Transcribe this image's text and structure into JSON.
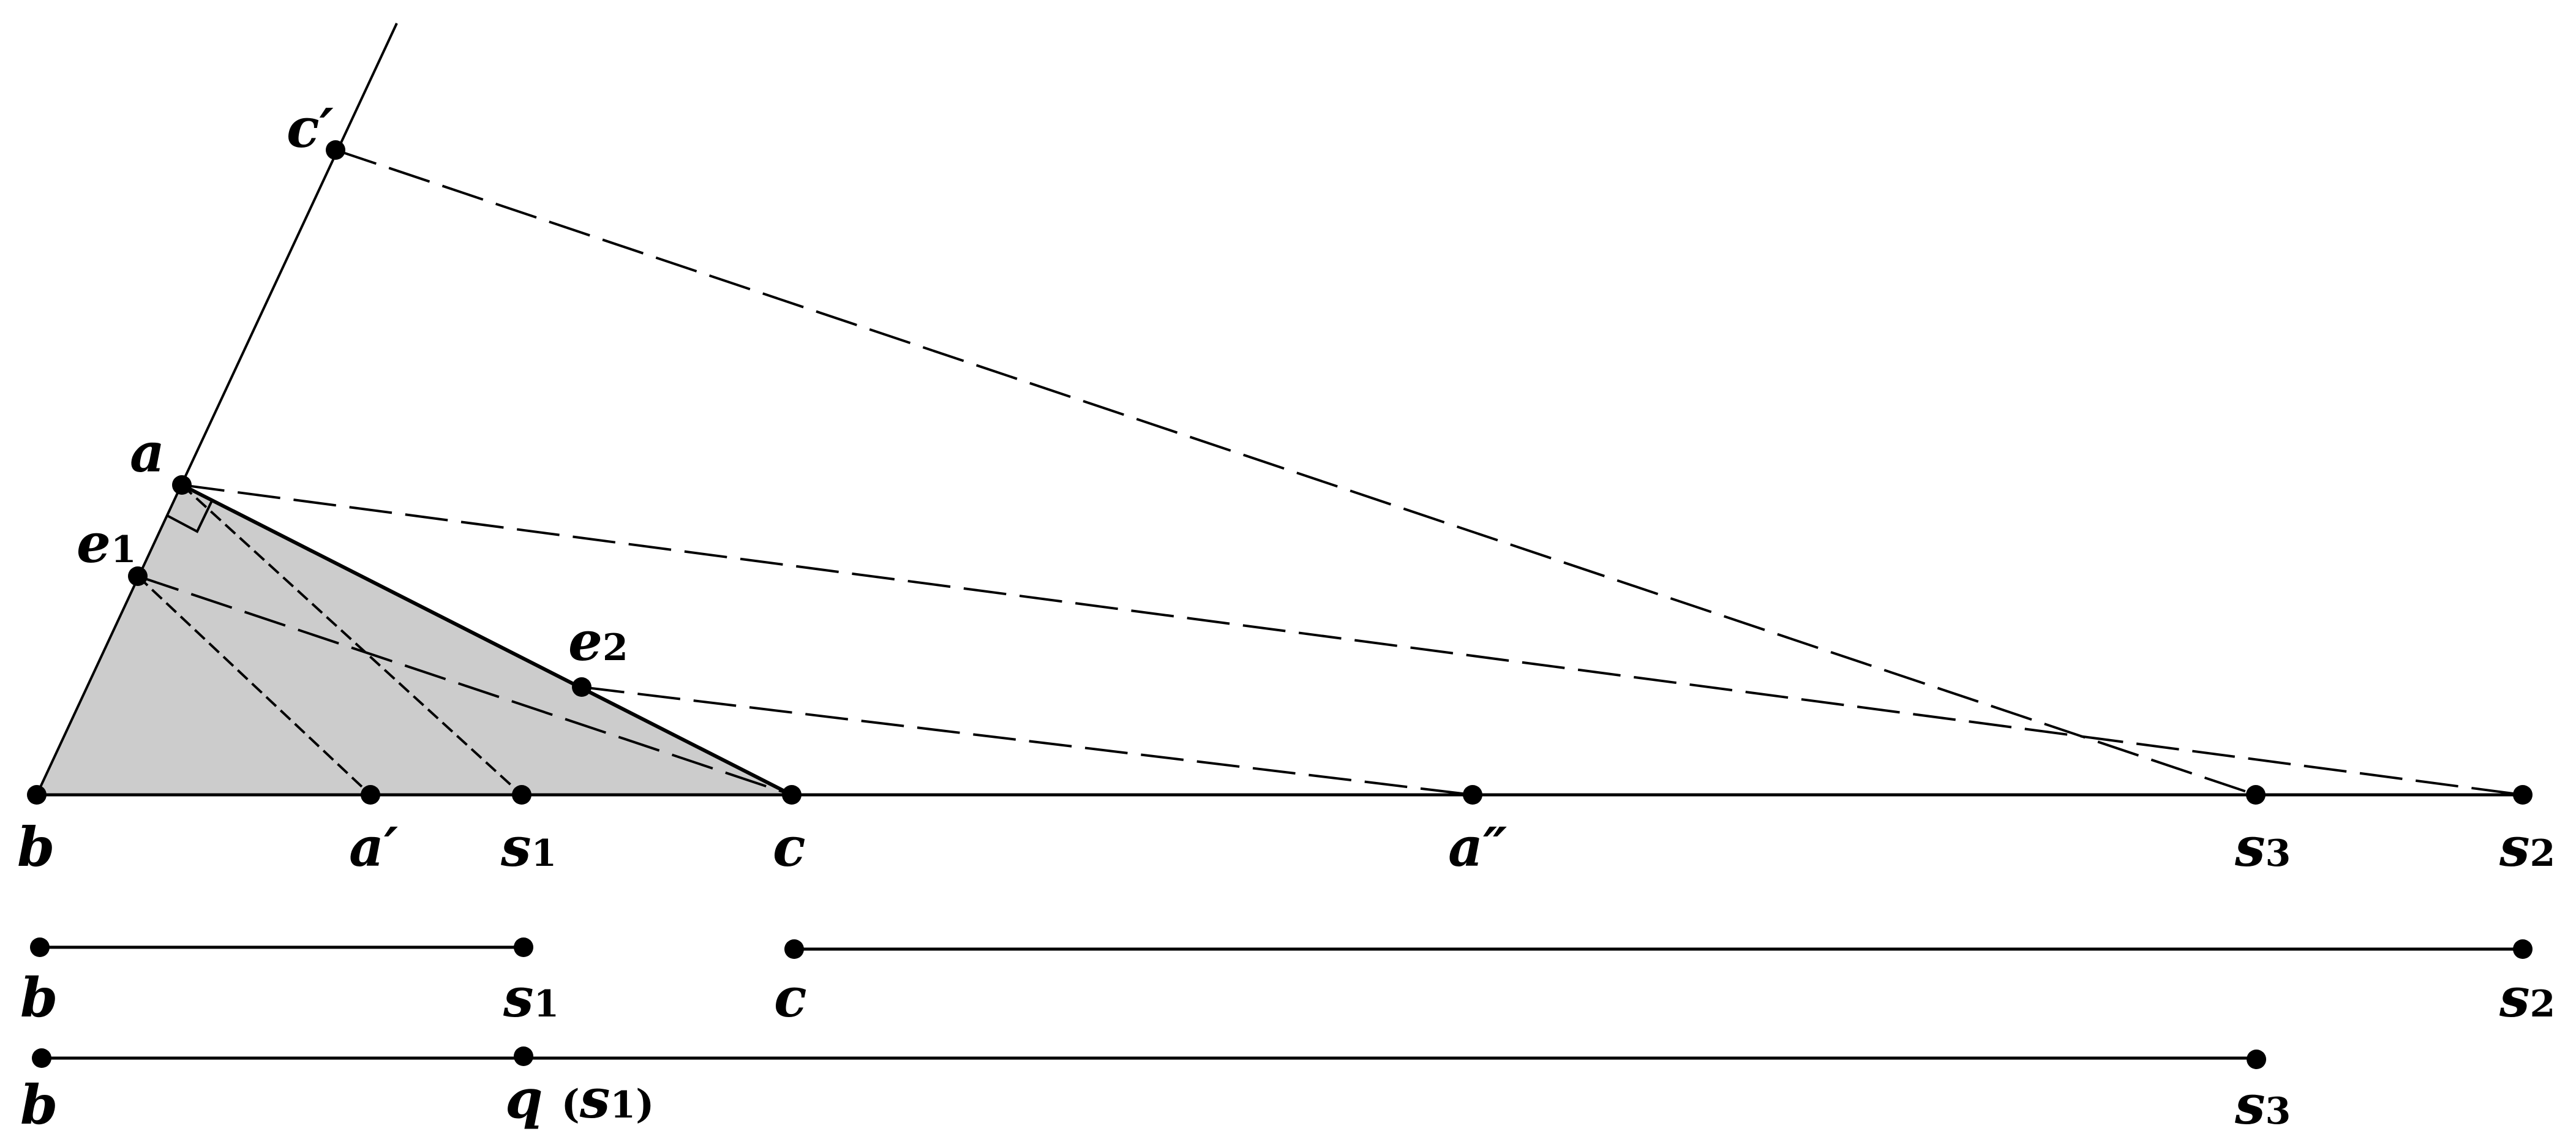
{
  "diagram": {
    "colors": {
      "stroke": "#000000",
      "triangle_fill": "#cccccc",
      "background": "#ffffff"
    },
    "labels": {
      "b": {
        "main": "b"
      },
      "a_prime": {
        "main": "a′"
      },
      "s1": {
        "main": "s",
        "sub": "1"
      },
      "c": {
        "main": "c"
      },
      "a_double_prime": {
        "main": "a″"
      },
      "s3": {
        "main": "s",
        "sub": "3"
      },
      "s2": {
        "main": "s",
        "sub": "2"
      },
      "a": {
        "main": "a"
      },
      "e1": {
        "main": "e",
        "sub": "1"
      },
      "e2": {
        "main": "e",
        "sub": "2"
      },
      "c_prime": {
        "main": "c′"
      },
      "seg1_left": {
        "main": "b"
      },
      "seg1_right": {
        "main": "s",
        "sub": "1"
      },
      "seg2_left": {
        "main": "c"
      },
      "seg2_right": {
        "main": "s",
        "sub": "2"
      },
      "seg3_left": {
        "main": "b"
      },
      "seg3_mid": {
        "main": "q",
        "paren_open": "(",
        "paren_main": "s",
        "paren_sub": "1",
        "paren_close": ")"
      },
      "seg3_right": {
        "main": "s",
        "sub": "3"
      }
    }
  }
}
